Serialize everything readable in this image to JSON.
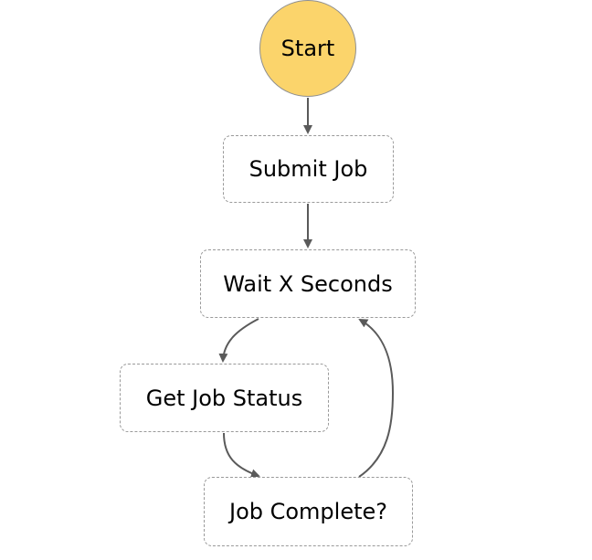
{
  "diagram": {
    "nodes": {
      "start": "Start",
      "submit_job": "Submit Job",
      "wait": "Wait X Seconds",
      "get_status": "Get Job Status",
      "job_complete": "Job Complete?"
    },
    "edges": [
      {
        "from": "start",
        "to": "submit_job"
      },
      {
        "from": "submit_job",
        "to": "wait"
      },
      {
        "from": "wait",
        "to": "get_status"
      },
      {
        "from": "get_status",
        "to": "job_complete"
      },
      {
        "from": "job_complete",
        "to": "wait"
      }
    ],
    "colors": {
      "start_fill": "#fbd46b",
      "edge": "#5a5a5a",
      "node_border": "#9a9a9a"
    }
  }
}
